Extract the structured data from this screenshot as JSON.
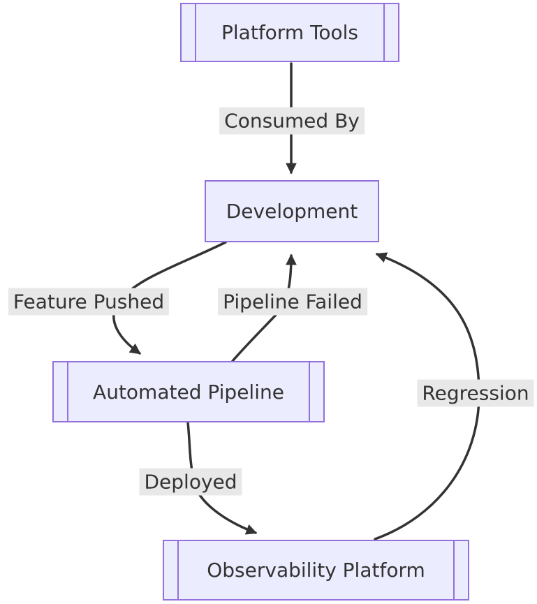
{
  "diagram": {
    "type": "flowchart",
    "direction": "top-down",
    "nodes": [
      {
        "id": "platform_tools",
        "label": "Platform Tools",
        "shape": "subroutine"
      },
      {
        "id": "development",
        "label": "Development",
        "shape": "rectangle"
      },
      {
        "id": "automated_pipeline",
        "label": "Automated Pipeline",
        "shape": "subroutine"
      },
      {
        "id": "observability_platform",
        "label": "Observability Platform",
        "shape": "subroutine"
      }
    ],
    "edges": [
      {
        "from": "platform_tools",
        "to": "development",
        "label": "Consumed By"
      },
      {
        "from": "development",
        "to": "automated_pipeline",
        "label": "Feature Pushed"
      },
      {
        "from": "automated_pipeline",
        "to": "development",
        "label": "Pipeline Failed"
      },
      {
        "from": "automated_pipeline",
        "to": "observability_platform",
        "label": "Deployed"
      },
      {
        "from": "observability_platform",
        "to": "development",
        "label": "Regression"
      }
    ],
    "colors": {
      "node_fill": "#ECECFF",
      "node_border": "#9370DB",
      "edge_stroke": "#333333",
      "edge_label_background": "#e8e8e8",
      "text": "#333333",
      "background": "#ffffff"
    }
  }
}
